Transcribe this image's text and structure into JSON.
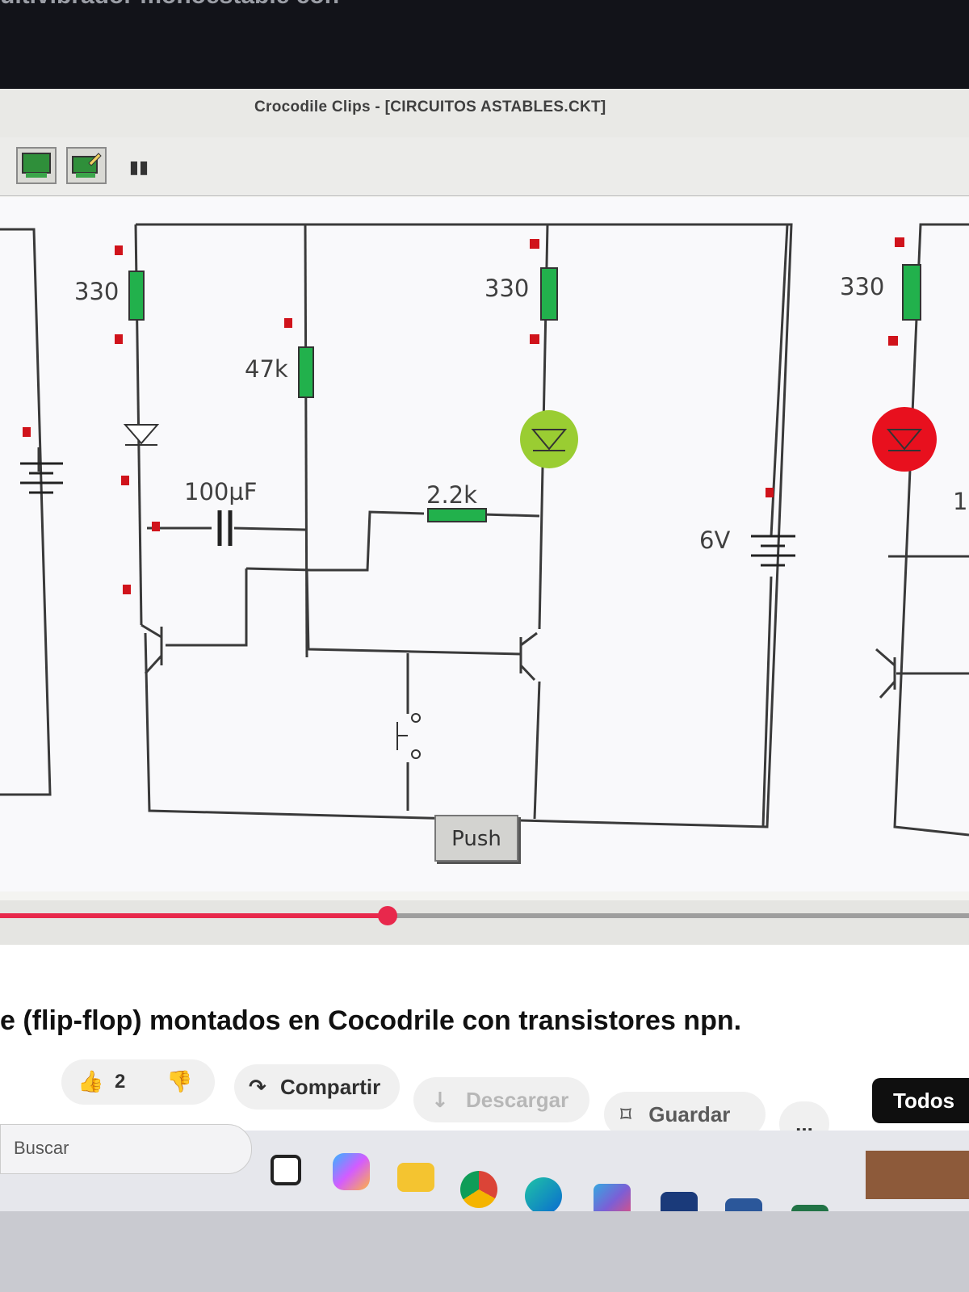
{
  "video_title_cut": "ultivibrador monoestable con",
  "app": {
    "title": "Crocodile Clips - [CIRCUITOS ASTABLES.CKT]",
    "pause_label": "▮▮"
  },
  "circuit": {
    "labels": {
      "r_left": "330",
      "r_47k": "47k",
      "r_mid": "330",
      "r_right": "330",
      "cap": "100µF",
      "r_22k": "2.2k",
      "battery": "6V",
      "cut_right": "1"
    },
    "push_button": "Push",
    "led_colors": {
      "green": "#9acd32",
      "red": "#e8101e"
    }
  },
  "progress": {
    "played_fraction": 0.4
  },
  "video": {
    "caption": "e (flip-flop) montados en Cocodrile con transistores npn.",
    "likes": "2",
    "share": "Compartir",
    "download": "Descargar",
    "save": "Guardar",
    "more": "...",
    "chip": "Todos"
  },
  "taskbar": {
    "search_label": "Buscar",
    "icons": [
      "explorer-icon",
      "copilot-icon",
      "folder-icon",
      "chrome-icon",
      "edge-icon",
      "m365-icon",
      "store-icon",
      "word-icon",
      "excel-icon",
      "powerpoint-icon"
    ]
  },
  "colors": {
    "accent_red": "#e8284c",
    "resistor_green": "#22b14c"
  }
}
